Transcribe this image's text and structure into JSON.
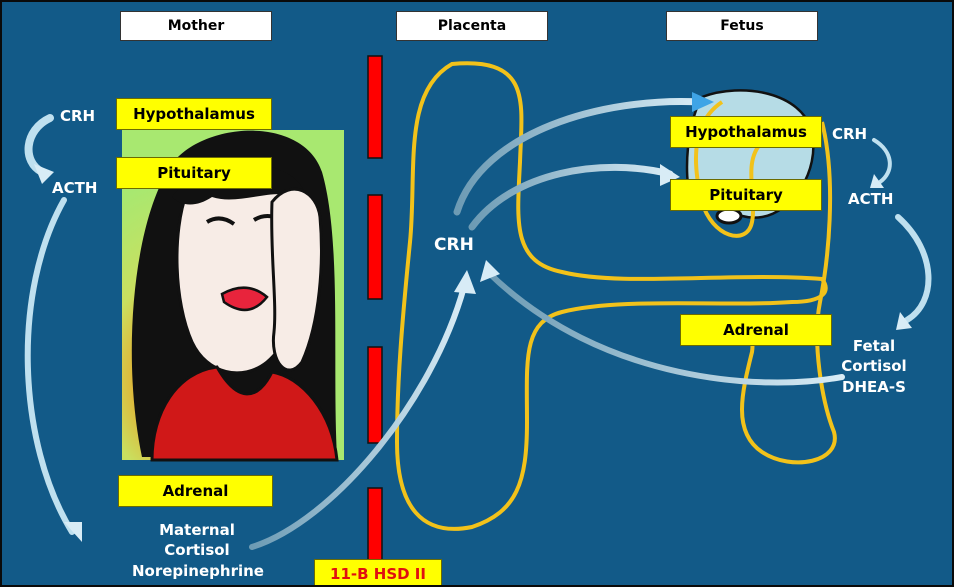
{
  "headers": {
    "mother": "Mother",
    "placenta": "Placenta",
    "fetus": "Fetus"
  },
  "mother": {
    "crh": "CRH",
    "acth": "ACTH",
    "hypothalamus": "Hypothalamus",
    "pituitary": "Pituitary",
    "adrenal": "Adrenal",
    "outputs": [
      "Maternal",
      "Cortisol",
      "Norepinephrine"
    ]
  },
  "placenta": {
    "crh": "CRH",
    "enzyme": "11-B HSD II"
  },
  "fetus": {
    "hypothalamus": "Hypothalamus",
    "pituitary": "Pituitary",
    "adrenal": "Adrenal",
    "crh": "CRH",
    "acth": "ACTH",
    "outputs": [
      "Fetal",
      "Cortisol",
      "DHEA-S"
    ]
  },
  "colors": {
    "background": "#125a88",
    "label_box": "#ffff00",
    "barrier": "#ff0000",
    "outline": "#f2c21a",
    "arrow": "#b8d8e8"
  }
}
